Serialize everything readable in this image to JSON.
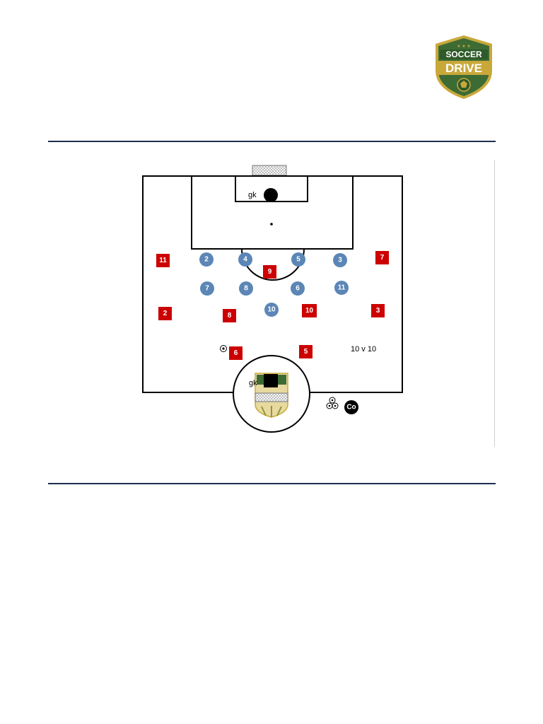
{
  "brand": {
    "logo_line1": "SOCCER",
    "logo_line2": "DRIVE"
  },
  "diagram": {
    "goalkeeper_label_top": "gk",
    "goalkeeper_label_bottom": "gk",
    "match_label": "10 v 10",
    "coach_label": "Co",
    "blue_team": {
      "color": "#5b86b6",
      "players": [
        "2",
        "4",
        "5",
        "3",
        "7",
        "8",
        "6",
        "11",
        "10"
      ]
    },
    "red_team": {
      "color": "#cc0000",
      "players": [
        "11",
        "7",
        "9",
        "2",
        "8",
        "10",
        "3",
        "6",
        "5"
      ]
    },
    "icons": [
      "soccer-ball-icon",
      "ball-stack-icon",
      "goal-net-icon"
    ]
  }
}
